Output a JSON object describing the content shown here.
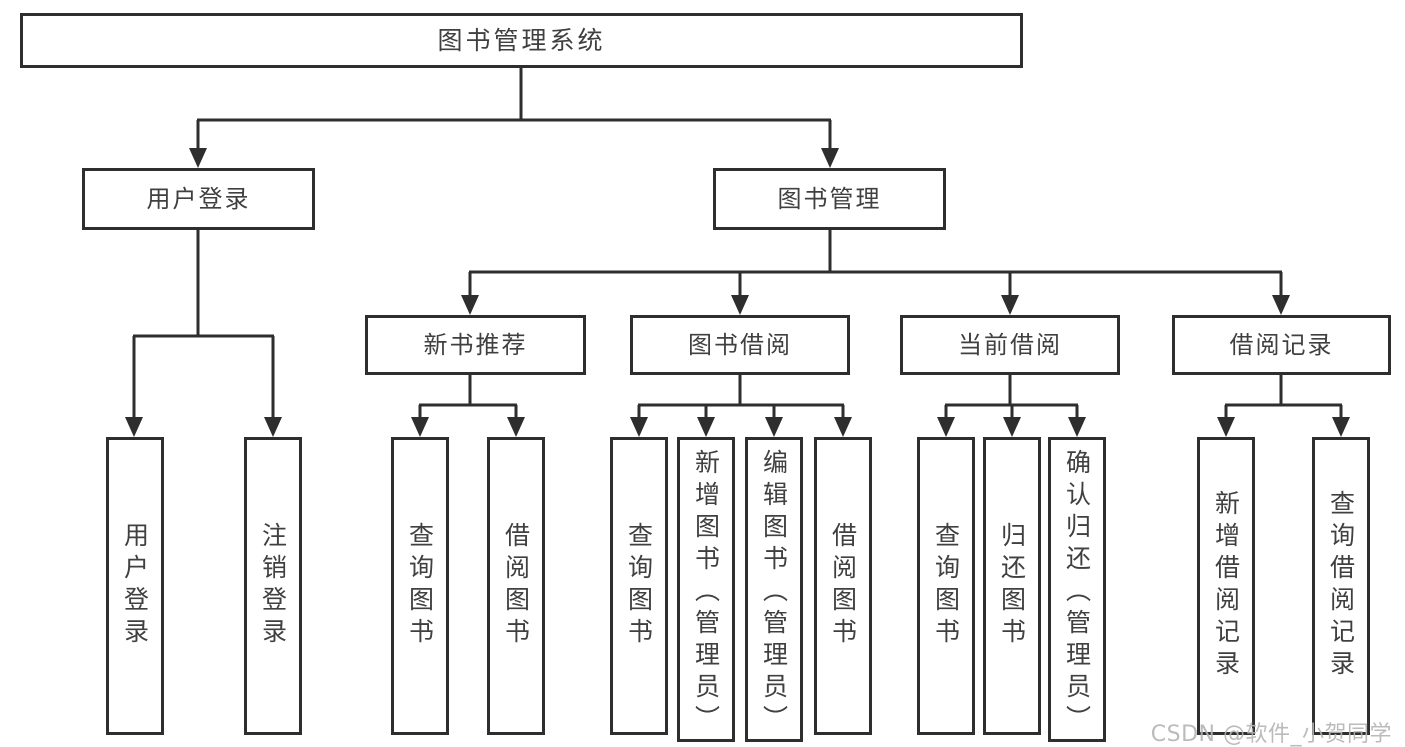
{
  "root": {
    "label": "图书管理系统"
  },
  "branches": {
    "user": {
      "label": "用户登录",
      "children": [
        {
          "label": "用户登录"
        },
        {
          "label": "注销登录"
        }
      ]
    },
    "books": {
      "label": "图书管理",
      "sections": [
        {
          "label": "新书推荐",
          "children": [
            {
              "label": "查询图书"
            },
            {
              "label": "借阅图书"
            }
          ]
        },
        {
          "label": "图书借阅",
          "children": [
            {
              "label": "查询图书"
            },
            {
              "label": "新增图书（管理员）"
            },
            {
              "label": "编辑图书（管理员）"
            },
            {
              "label": "借阅图书"
            }
          ]
        },
        {
          "label": "当前借阅",
          "children": [
            {
              "label": "查询图书"
            },
            {
              "label": "归还图书"
            },
            {
              "label": "确认归还（管理员）"
            }
          ]
        },
        {
          "label": "借阅记录",
          "children": [
            {
              "label": "新增借阅记录"
            },
            {
              "label": "查询借阅记录"
            }
          ]
        }
      ]
    }
  },
  "watermark": {
    "text": "CSDN @软件_小贺同学"
  },
  "colors": {
    "line": "#2e2e2e",
    "box_border": "#2e2e2e",
    "box_background": "#ffffff",
    "text": "#404040",
    "watermark": "#b4b4b4"
  }
}
